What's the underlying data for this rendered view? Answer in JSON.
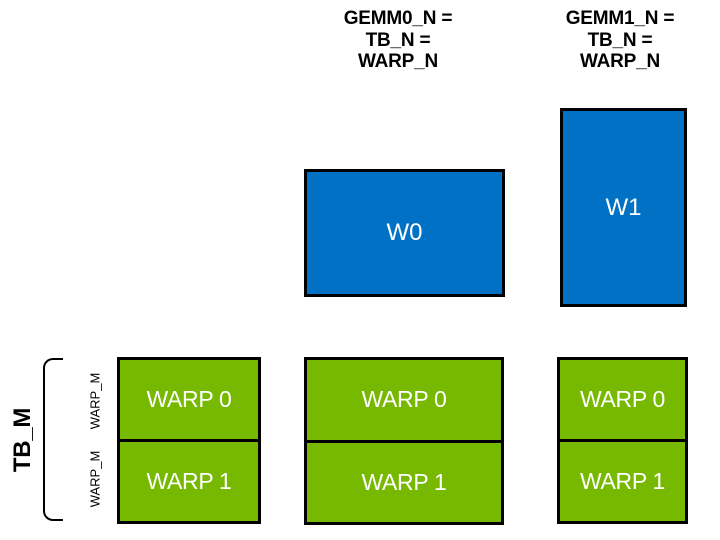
{
  "diagram": {
    "top_labels": [
      {
        "lines": [
          "GEMM0_N =",
          "TB_N =",
          "WARP_N"
        ]
      },
      {
        "lines": [
          "GEMM1_N =",
          "TB_N =",
          "WARP_N"
        ]
      }
    ],
    "blue_boxes": [
      {
        "label": "W0"
      },
      {
        "label": "W1"
      }
    ],
    "green_columns": [
      {
        "rows": [
          {
            "label": "WARP 0"
          },
          {
            "label": "WARP 1"
          }
        ]
      },
      {
        "rows": [
          {
            "label": "WARP 0"
          },
          {
            "label": "WARP 1"
          }
        ]
      },
      {
        "rows": [
          {
            "label": "WARP 0"
          },
          {
            "label": "WARP 1"
          }
        ]
      }
    ],
    "left_axis": {
      "tb_label": "TB_M",
      "warp_labels": [
        "WARP_M",
        "WARP_M"
      ]
    },
    "colors": {
      "warp_tile_blue": "#0071C5",
      "warp_green": "#76B900",
      "outline": "#000000",
      "box_text": "#FFFFFF",
      "label_text": "#000000"
    }
  }
}
